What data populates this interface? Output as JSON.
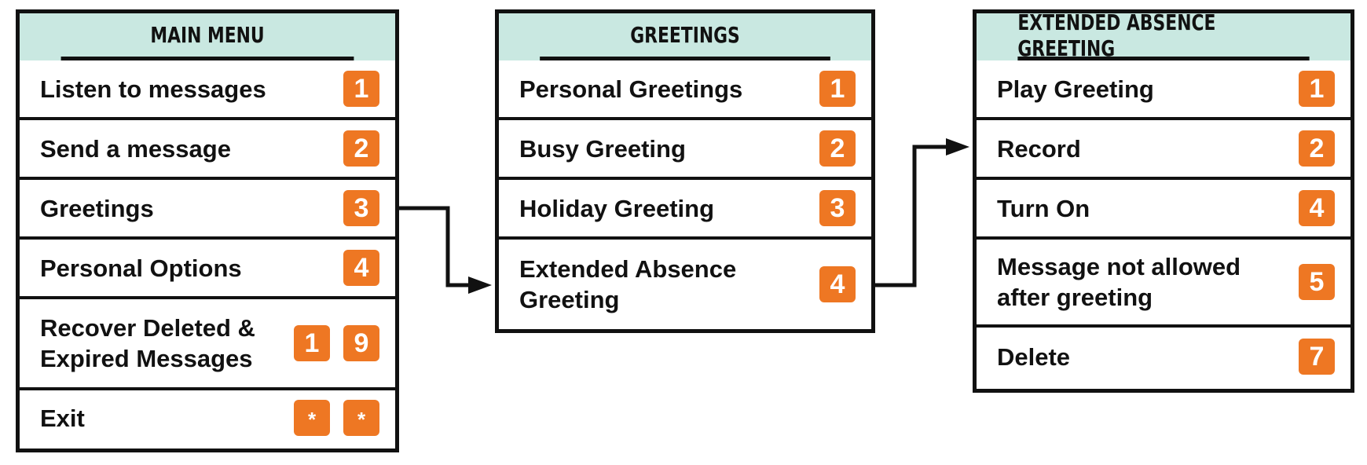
{
  "colors": {
    "header_bg": "#c9e8e1",
    "key_bg": "#ee7723",
    "border": "#111111",
    "text": "#111111"
  },
  "menus": [
    {
      "id": "main-menu",
      "title": "MAIN MENU",
      "items": [
        {
          "label": "Listen to messages",
          "keys": [
            "1"
          ]
        },
        {
          "label": "Send a message",
          "keys": [
            "2"
          ]
        },
        {
          "label": "Greetings",
          "keys": [
            "3"
          ]
        },
        {
          "label": "Personal Options",
          "keys": [
            "4"
          ]
        },
        {
          "label": "Recover Deleted &\nExpired Messages",
          "keys": [
            "1",
            "9"
          ]
        },
        {
          "label": "Exit",
          "keys": [
            "*",
            "*"
          ]
        }
      ]
    },
    {
      "id": "greetings",
      "title": "GREETINGS",
      "items": [
        {
          "label": "Personal Greetings",
          "keys": [
            "1"
          ]
        },
        {
          "label": "Busy Greeting",
          "keys": [
            "2"
          ]
        },
        {
          "label": "Holiday Greeting",
          "keys": [
            "3"
          ]
        },
        {
          "label": "Extended Absence\nGreeting",
          "keys": [
            "4"
          ]
        }
      ]
    },
    {
      "id": "extended-absence-greeting",
      "title": "EXTENDED ABSENCE GREETING",
      "items": [
        {
          "label": "Play Greeting",
          "keys": [
            "1"
          ]
        },
        {
          "label": "Record",
          "keys": [
            "2"
          ]
        },
        {
          "label": "Turn On",
          "keys": [
            "4"
          ]
        },
        {
          "label": "Message not allowed\nafter greeting",
          "keys": [
            "5"
          ]
        },
        {
          "label": "Delete",
          "keys": [
            "7"
          ]
        }
      ]
    }
  ]
}
